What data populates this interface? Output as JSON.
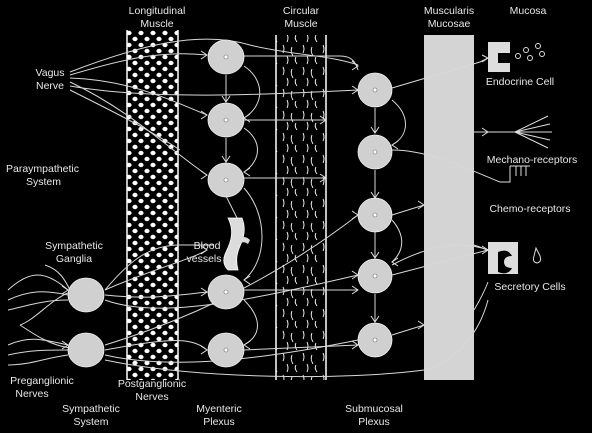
{
  "labels": {
    "longitudinal_1": "Longitudinal",
    "longitudinal_2": "Muscle",
    "circular_1": "Circular",
    "circular_2": "Muscle",
    "muscularis_1": "Muscularis",
    "muscularis_2": "Mucosae",
    "mucosa": "Mucosa",
    "vagus_1": "Vagus",
    "vagus_2": "Nerve",
    "parasympathetic_1": "Paraympathetic",
    "parasympathetic_2": "System",
    "symp_ganglia_1": "Sympathetic",
    "symp_ganglia_2": "Ganglia",
    "blood_1": "Blood",
    "blood_2": "vessels",
    "preganglionic_1": "Preganglionic",
    "preganglionic_2": "Nerves",
    "postganglionic_1": "Postganglionic",
    "postganglionic_2": "Nerves",
    "symp_system_1": "Sympathetic",
    "symp_system_2": "System",
    "myenteric_1": "Myenteric",
    "myenteric_2": "Plexus",
    "submucosal_1": "Submucosal",
    "submucosal_2": "Plexus",
    "endocrine": "Endocrine Cell",
    "mechano": "Mechano-receptors",
    "chemo": "Chemo-receptors",
    "secretory": "Secretory Cells"
  },
  "colors": {
    "background": "#000000",
    "muscle_layer": "#ffffff",
    "mucosae_band": "#d4d4d4",
    "neuron_fill": "#d0d0d0",
    "line": "#d8d8d8"
  }
}
